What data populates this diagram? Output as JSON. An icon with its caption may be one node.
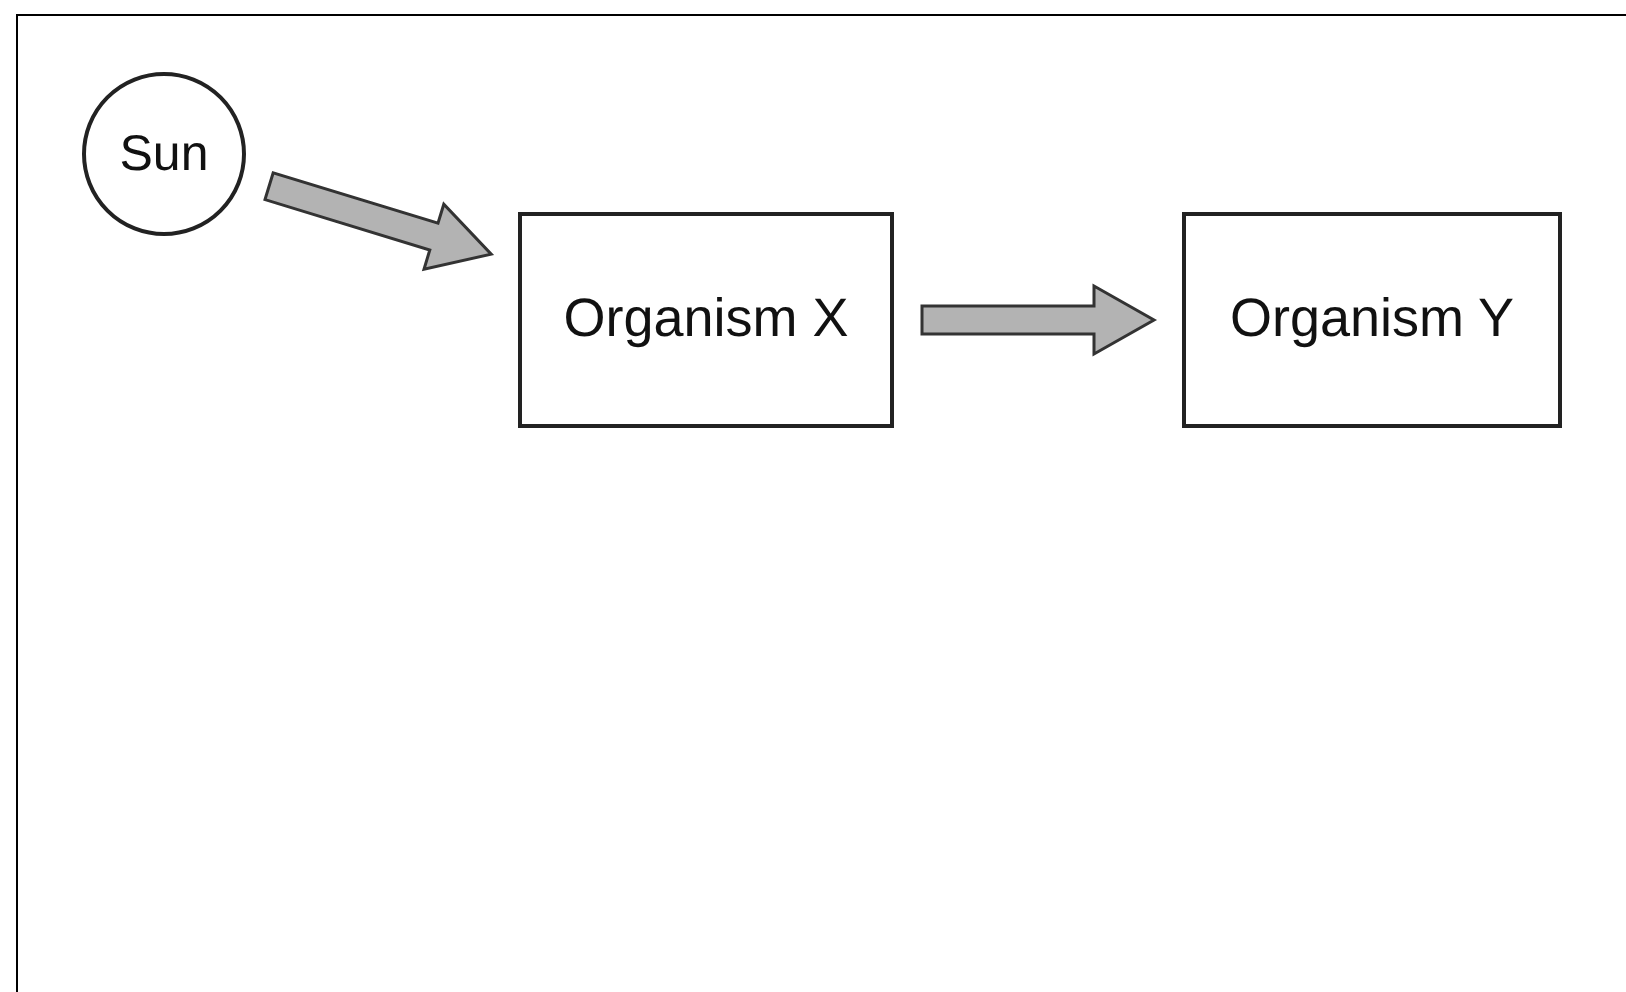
{
  "diagram": {
    "nodes": [
      {
        "text": [
          "Sun"
        ]
      },
      {
        "text": [
          "Organism X"
        ]
      },
      {
        "text": [
          "Organism Y"
        ]
      }
    ],
    "edges": [
      {
        "from": 0,
        "to": 1,
        "arrow": "to"
      },
      {
        "from": 1,
        "to": 2,
        "arrow": "to"
      }
    ]
  }
}
